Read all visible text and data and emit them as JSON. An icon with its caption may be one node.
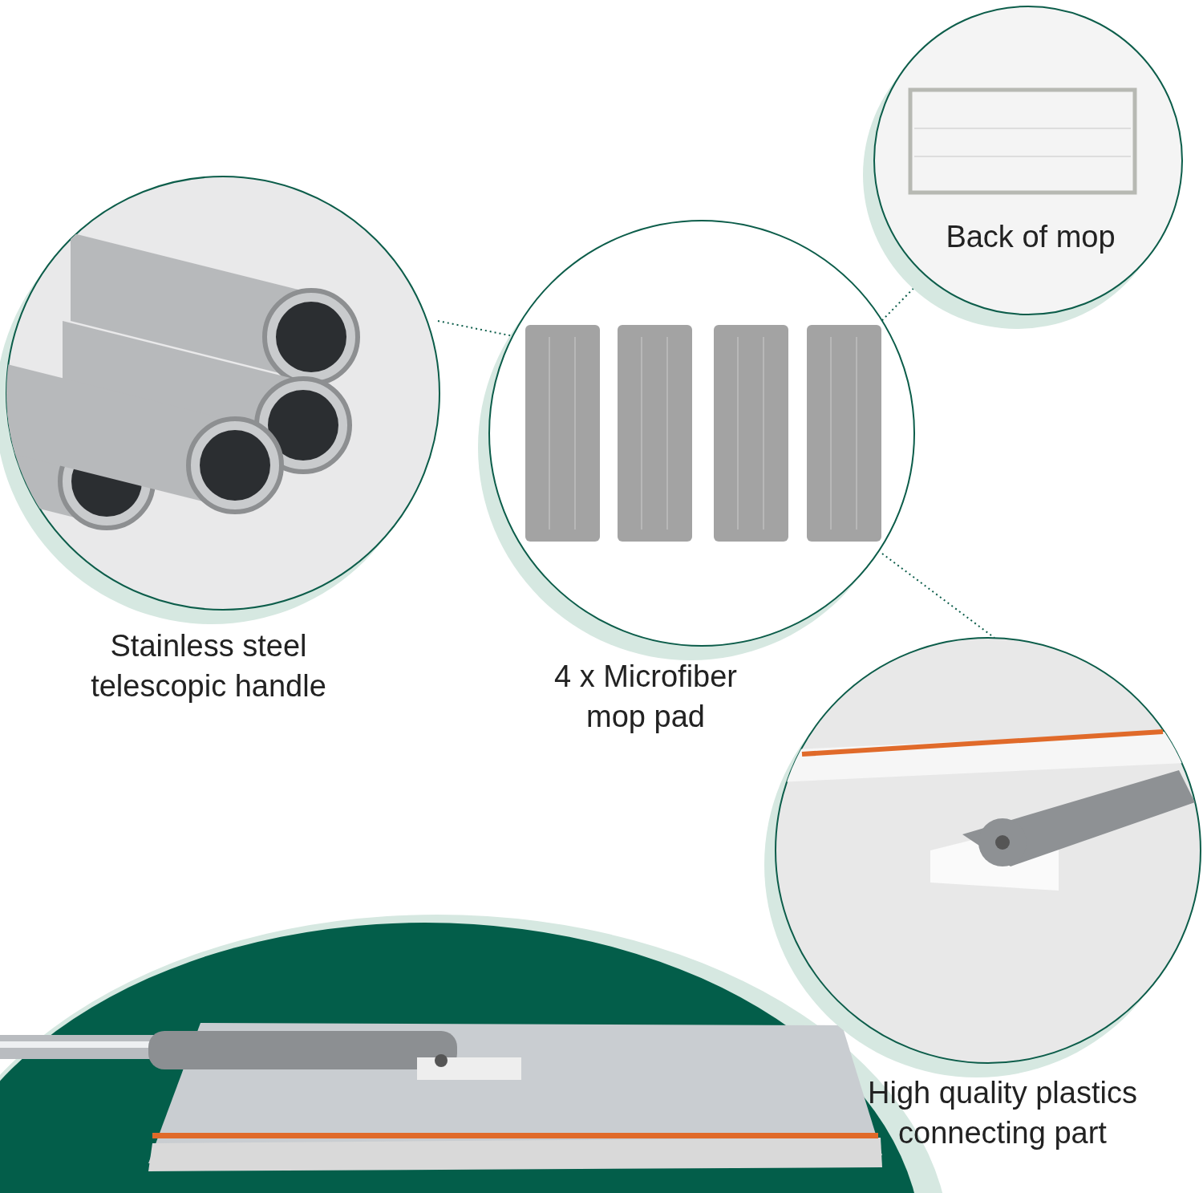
{
  "diagram": {
    "nodes": [
      {
        "text": [
          "Stainless steel telescopic handle"
        ]
      },
      {
        "text": [
          "4 x Microfiber mop pad"
        ]
      },
      {
        "text": [
          "Back of mop"
        ]
      },
      {
        "text": [
          "High quality plastics connecting part"
        ]
      }
    ],
    "edges": [
      {
        "from": 0,
        "to": 1,
        "arrow": "none"
      },
      {
        "from": 1,
        "to": 2,
        "arrow": "none"
      },
      {
        "from": 1,
        "to": 3,
        "arrow": "none"
      }
    ]
  }
}
